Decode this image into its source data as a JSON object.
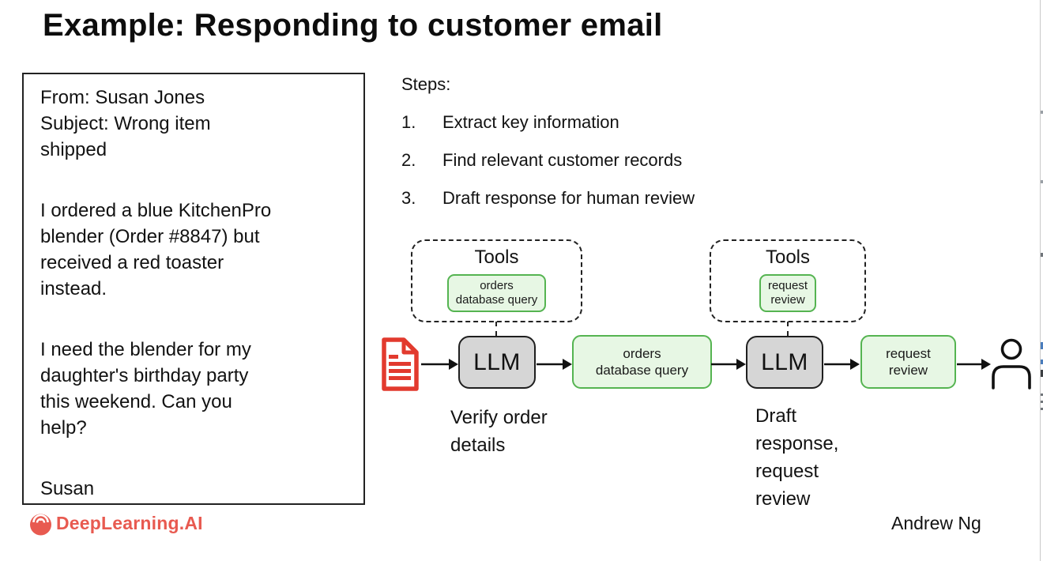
{
  "slide": {
    "title": "Example: Responding to customer email"
  },
  "email": {
    "paragraphs": [
      "From: Susan Jones\nSubject: Wrong item\nshipped",
      "I ordered a blue KitchenPro\nblender (Order #8847) but\nreceived a red toaster\ninstead.",
      "I need the blender for my\ndaughter's birthday party\nthis weekend. Can you\nhelp?",
      "Susan"
    ]
  },
  "steps": {
    "heading": "Steps:",
    "items": [
      {
        "num": "1.",
        "label": "Extract key information"
      },
      {
        "num": "2.",
        "label": "Find relevant customer records"
      },
      {
        "num": "3.",
        "label": "Draft response for human review"
      }
    ]
  },
  "diagram": {
    "tools_groups": [
      {
        "title": "Tools",
        "tool_label": "orders\ndatabase query"
      },
      {
        "title": "Tools",
        "tool_label": "request\nreview"
      }
    ],
    "llm_boxes": [
      {
        "label": "LLM",
        "caption": "Verify order\ndetails"
      },
      {
        "label": "LLM",
        "caption": "Draft\nresponse,\nrequest\nreview"
      }
    ],
    "action_boxes": [
      "orders\ndatabase query",
      "request\nreview"
    ],
    "icons": {
      "input": "email-document-icon",
      "output": "person-icon"
    }
  },
  "footer": {
    "brand": "DeepLearning.AI",
    "author": "Andrew Ng",
    "logo_icon": "deeplearning-ai-logo-icon"
  },
  "colors": {
    "tool_fill": "#e7f7e4",
    "tool_border": "#55b451",
    "llm_fill": "#d6d6d6",
    "llm_border": "#1f1f1f",
    "document_red": "#e23a2e",
    "brand_red": "#e85a50",
    "text": "#111111"
  }
}
